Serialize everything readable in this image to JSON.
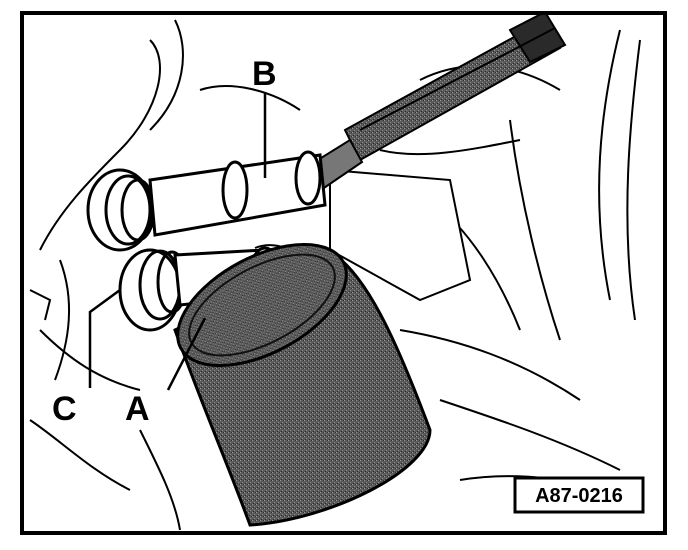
{
  "figure": {
    "callouts": {
      "a": "A",
      "b": "B",
      "c": "C"
    },
    "reference_number": "A87-0216"
  }
}
